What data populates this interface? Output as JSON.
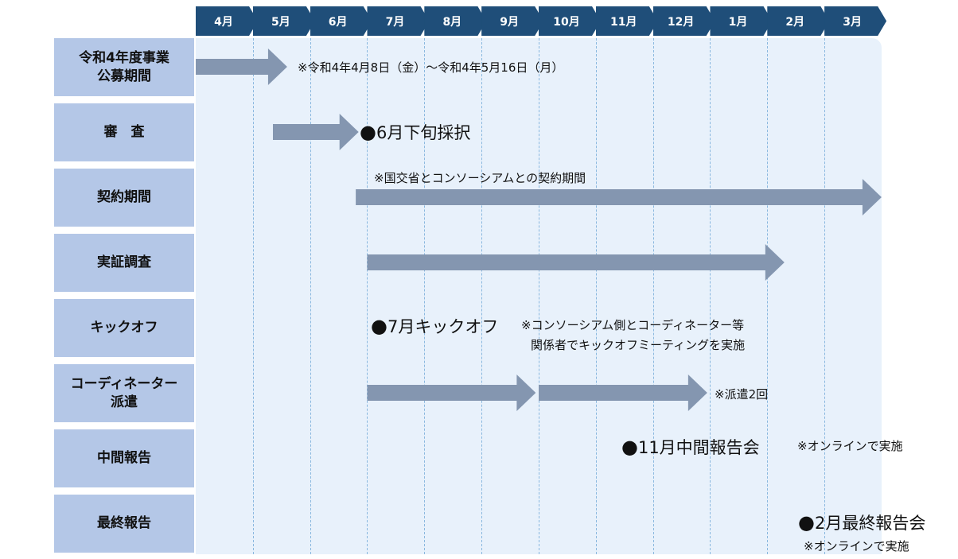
{
  "months": [
    "4月",
    "5月",
    "6月",
    "7月",
    "8月",
    "9月",
    "10月",
    "11月",
    "12月",
    "1月",
    "2月",
    "3月"
  ],
  "rows": [
    {
      "key": "application",
      "label": "令和4年度事業\n公募期間"
    },
    {
      "key": "review",
      "label": "審　査"
    },
    {
      "key": "contract",
      "label": "契約期間"
    },
    {
      "key": "survey",
      "label": "実証調査"
    },
    {
      "key": "kickoff",
      "label": "キックオフ"
    },
    {
      "key": "coordinator",
      "label": "コーディネーター\n派遣"
    },
    {
      "key": "interim",
      "label": "中間報告"
    },
    {
      "key": "final",
      "label": "最終報告"
    }
  ],
  "bars": [
    {
      "row": 0,
      "start_month": 0.0,
      "end_month": 1.6
    },
    {
      "row": 1,
      "start_month": 1.35,
      "end_month": 2.85
    },
    {
      "row": 2,
      "start_month": 2.8,
      "end_month": 12.0
    },
    {
      "row": 3,
      "start_month": 3.0,
      "end_month": 10.3
    },
    {
      "row": 5,
      "start_month": 3.0,
      "end_month": 5.95
    },
    {
      "row": 5,
      "start_month": 6.0,
      "end_month": 8.95
    }
  ],
  "notes": {
    "application_period": "※令和4年4月8日（金）～令和4年5月16日（月）",
    "contract_period": "※国交省とコンソーシアムとの契約期間",
    "kickoff_note_line1": "※コンソーシアム側とコーディネーター等",
    "kickoff_note_line2": "関係者でキックオフミーティングを実施",
    "dispatch_count": "※派遣2回",
    "interim_online": "※オンラインで実施",
    "final_online": "※オンラインで実施"
  },
  "milestones": {
    "review_adoption": "6月下旬採択",
    "kickoff": "7月キックオフ",
    "interim": "11月中間報告会",
    "final": "2月最終報告会"
  },
  "milestone_marker": "●",
  "colors": {
    "month_header": "#1f4e79",
    "row_label_bg": "#b4c7e7",
    "band_bg": "#e8f1fb",
    "bar": "#8496b0"
  }
}
